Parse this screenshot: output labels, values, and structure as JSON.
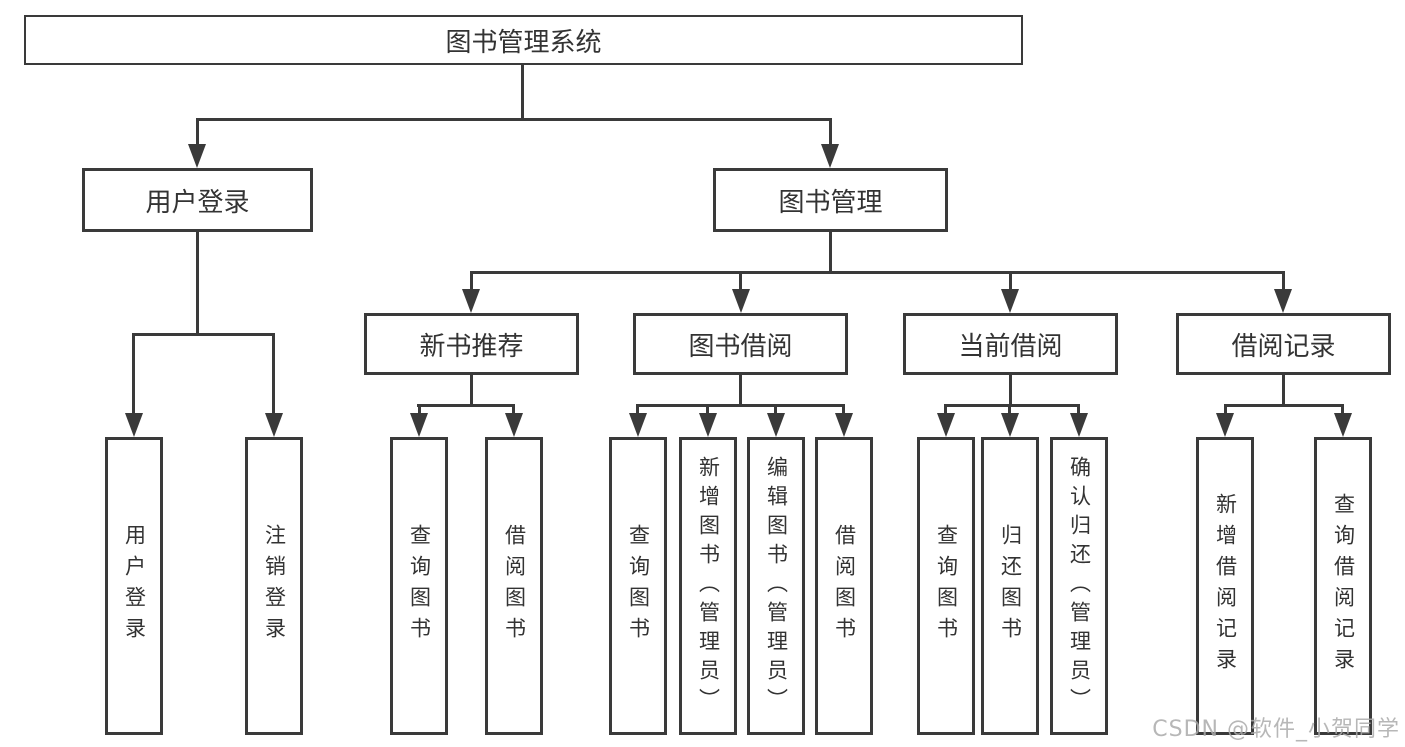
{
  "tree": {
    "root": "图书管理系统",
    "children": [
      {
        "label": "用户登录",
        "children": [
          "用户登录",
          "注销登录"
        ]
      },
      {
        "label": "图书管理",
        "children": [
          {
            "label": "新书推荐",
            "children": [
              "查询图书",
              "借阅图书"
            ]
          },
          {
            "label": "图书借阅",
            "children": [
              "查询图书",
              "新增图书（管理员）",
              "编辑图书（管理员）",
              "借阅图书"
            ]
          },
          {
            "label": "当前借阅",
            "children": [
              "查询图书",
              "归还图书",
              "确认归还（管理员）"
            ]
          },
          {
            "label": "借阅记录",
            "children": [
              "新增借阅记录",
              "查询借阅记录"
            ]
          }
        ]
      }
    ]
  },
  "watermark": "CSDN @软件_小贺同学",
  "colors": {
    "line": "#3a3a3a",
    "text": "#333333",
    "background": "#ffffff",
    "watermark": "#ababab"
  }
}
